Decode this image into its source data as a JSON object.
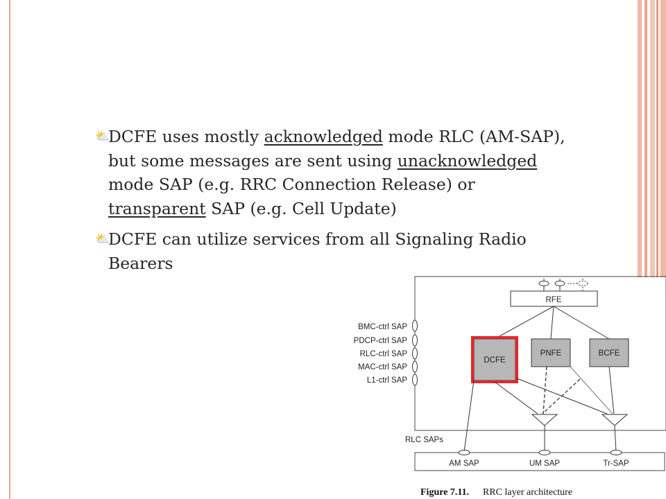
{
  "bullets": [
    {
      "parts": [
        {
          "text": "DCFE uses mostly ",
          "u": false
        },
        {
          "text": "acknowledged",
          "u": true
        },
        {
          "text": " mode RLC (AM-SAP), but some messages are sent using ",
          "u": false
        },
        {
          "text": "unacknowledged",
          "u": true
        },
        {
          "text": " mode SAP (e.g. RRC Connection Release) or ",
          "u": false
        },
        {
          "text": "transparent",
          "u": true
        },
        {
          "text": " SAP (e.g. Cell Update)",
          "u": false
        }
      ]
    },
    {
      "parts": [
        {
          "text": "DCFE can utilize services from all Signaling Radio Bearers",
          "u": false
        }
      ]
    }
  ],
  "diagram": {
    "rfe_label": "RFE",
    "dcfe_label": "DCFE",
    "pnfe_label": "PNFE",
    "bcfe_label": "BCFE",
    "ctrl_saps": [
      "BMC-ctrl SAP",
      "PDCP-ctrl SAP",
      "RLC-ctrl SAP",
      "MAC-ctrl SAP",
      "L1-ctrl SAP"
    ],
    "rlc_saps_label": "RLC SAPs",
    "am_sap_label": "AM SAP",
    "um_sap_label": "UM SAP",
    "tr_sap_label": "Tr-SAP",
    "caption_prefix": "Figure 7.11.",
    "caption_text": "RRC layer architecture",
    "highlight_color": "#e8262a",
    "box_fill": "#b7b7b7"
  },
  "colors": {
    "bullet": "#e8793f",
    "border": "#e9a58f"
  }
}
